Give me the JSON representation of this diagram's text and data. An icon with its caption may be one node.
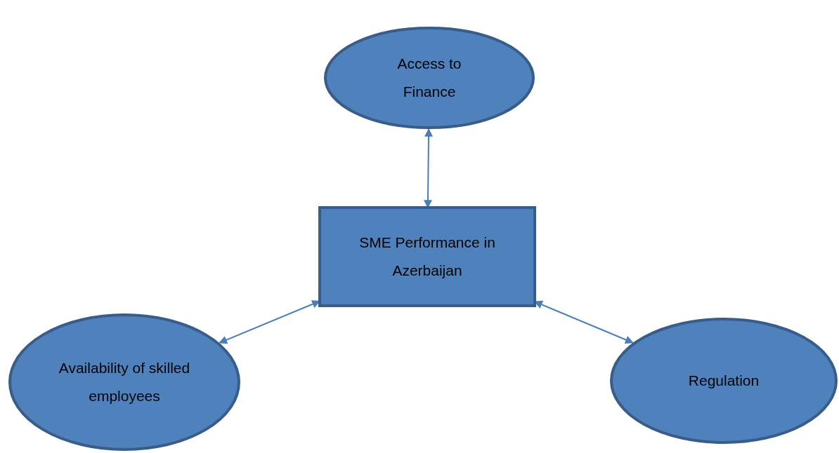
{
  "diagram": {
    "nodes": [
      {
        "text": [
          "Access to Finance"
        ]
      },
      {
        "text": [
          "SME Performance in Azerbaijan"
        ]
      },
      {
        "text": [
          "Availability of skilled employees"
        ]
      },
      {
        "text": [
          "Regulation"
        ]
      }
    ],
    "edges": [
      {
        "from": 1,
        "to": 0,
        "arrow": "both"
      },
      {
        "from": 1,
        "to": 2,
        "arrow": "both"
      },
      {
        "from": 1,
        "to": 3,
        "arrow": "both"
      }
    ]
  }
}
